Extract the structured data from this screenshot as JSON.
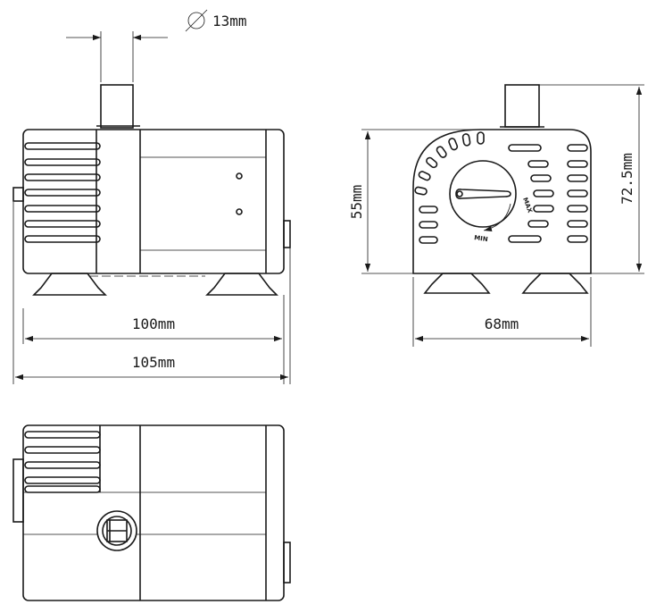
{
  "dimensions": {
    "diameter_symbol": "Ø",
    "diameter": "13mm",
    "length_inner": "100mm",
    "length_outer": "105mm",
    "width": "68mm",
    "height_body": "55mm",
    "height_total": "72.5mm"
  },
  "knob": {
    "max_label": "MAX",
    "min_label": "MIN"
  }
}
